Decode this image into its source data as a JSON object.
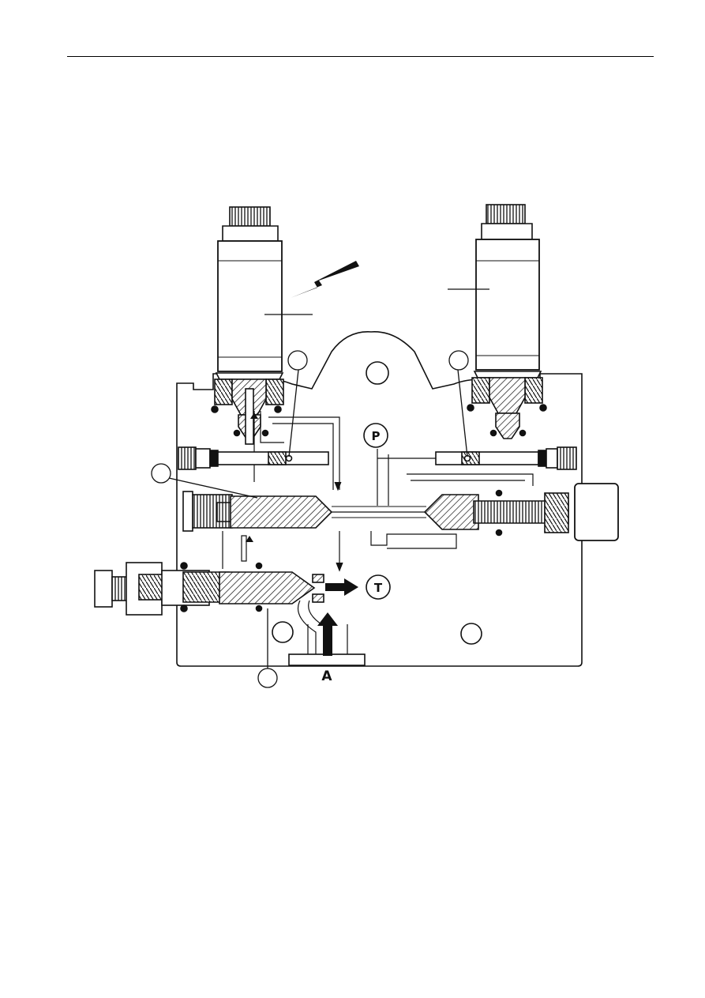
{
  "diagram": {
    "ports": {
      "pressure": "P",
      "tank": "T",
      "work": "A"
    },
    "callouts": [
      "",
      "",
      "",
      ""
    ],
    "colors": {
      "ink": "#111111",
      "paper": "#ffffff"
    },
    "icons": [
      "lightning-bolt-icon",
      "solenoid-coil-icon"
    ]
  }
}
